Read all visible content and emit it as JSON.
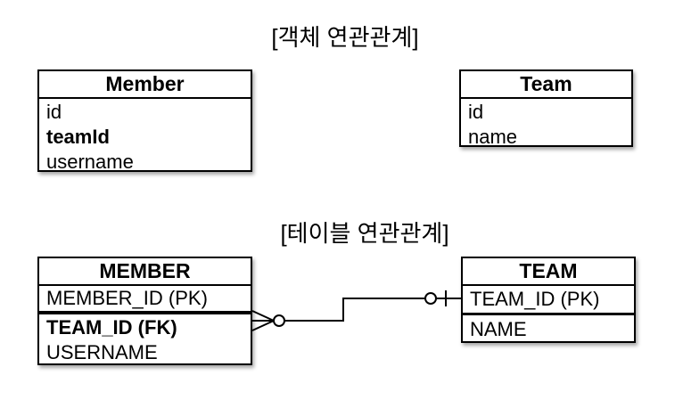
{
  "colors": {
    "background": "#ffffff",
    "line": "#000000",
    "text": "#000000",
    "box_fill": "#ffffff"
  },
  "sections": {
    "object": {
      "title": "[객체 연관관계]"
    },
    "table": {
      "title": "[테이블 연관관계]"
    }
  },
  "object_diagram": {
    "member": {
      "title": "Member",
      "fields": [
        {
          "label": "id",
          "bold": false
        },
        {
          "label": "teamId",
          "bold": true
        },
        {
          "label": "username",
          "bold": false
        }
      ]
    },
    "team": {
      "title": "Team",
      "fields": [
        {
          "label": "id",
          "bold": false
        },
        {
          "label": "name",
          "bold": false
        }
      ]
    }
  },
  "table_diagram": {
    "member": {
      "title": "MEMBER",
      "pk_field": "MEMBER_ID (PK)",
      "fields": [
        {
          "label": "TEAM_ID (FK)",
          "bold": true
        },
        {
          "label": "USERNAME",
          "bold": false
        }
      ]
    },
    "team": {
      "title": "TEAM",
      "pk_field": "TEAM_ID (PK)",
      "fields": [
        {
          "label": "NAME",
          "bold": false
        }
      ]
    },
    "relationship": {
      "connects": [
        "MEMBER",
        "TEAM"
      ],
      "member_end_notation": "zero-or-many",
      "team_end_notation": "zero-or-one"
    }
  }
}
